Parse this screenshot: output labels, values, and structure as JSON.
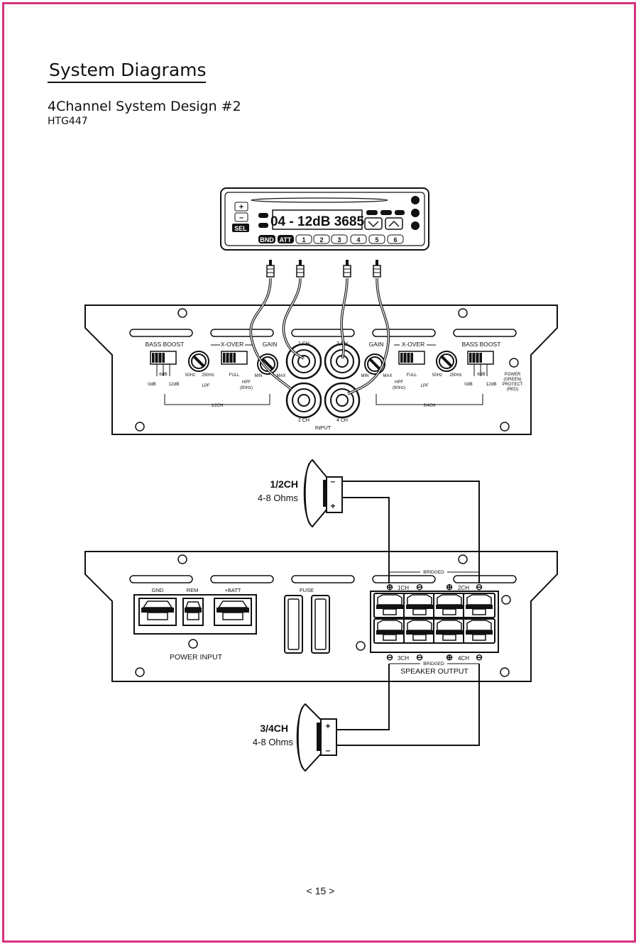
{
  "header": {
    "section_title": "System Diagrams",
    "design_title": "4Channel System Design #2",
    "model": "HTG447"
  },
  "head_unit": {
    "buttons_left": [
      "+",
      "–",
      "SEL"
    ],
    "display": "04 - 12dB 3685",
    "preset_buttons": [
      "BND",
      "ATT",
      "1",
      "2",
      "3",
      "4",
      "5",
      "6"
    ]
  },
  "amp_front": {
    "left": {
      "bass_boost": "BASS BOOST",
      "bass_boost_values": [
        "0dB",
        "6dB",
        "12dB"
      ],
      "xover": "X-OVER",
      "xover_freqs": [
        "50Hz",
        "250Hz"
      ],
      "full": "FULL",
      "lpf": "LPF",
      "hpf": "HPF",
      "hpf_freq": "(80Hz)",
      "gain": "GAIN",
      "gain_min": "MIN",
      "gain_max": "MAX",
      "channel_group": "1/2CH"
    },
    "right": {
      "gain": "GAIN",
      "gain_min": "MIN",
      "gain_max": "MAX",
      "xover": "X-OVER",
      "full": "FULL",
      "hpf": "HPF",
      "hpf_freq": "(80Hz)",
      "lpf": "LPF",
      "xover_freqs": [
        "50Hz",
        "250Hz"
      ],
      "bass_boost": "BASS BOOST",
      "bass_boost_values": [
        "0dB",
        "6dB",
        "12dB"
      ],
      "channel_group": "3/4CH"
    },
    "inputs": [
      "1 CH",
      "2 CH",
      "3 CH",
      "4 CH"
    ],
    "input_label": "INPUT",
    "power_led": [
      "POWER",
      "(GREEN)",
      "PROTECT",
      "(RED)"
    ]
  },
  "speakers": [
    {
      "channel": "1/2CH",
      "impedance": "4-8 Ohms",
      "top_terminal": "–",
      "bottom_terminal": "+"
    },
    {
      "channel": "3/4CH",
      "impedance": "4-8 Ohms",
      "top_terminal": "+",
      "bottom_terminal": "–"
    }
  ],
  "amp_rear": {
    "power_terminals": [
      "GND",
      "REM",
      "+BATT"
    ],
    "power_input": "POWER INPUT",
    "fuse": "FUSE",
    "bridged": "BRIDGED",
    "top_channels": [
      "1CH",
      "2CH"
    ],
    "bottom_channels": [
      "3CH",
      "4CH"
    ],
    "speaker_output": "SPEAKER OUTPUT",
    "plus": "⊕",
    "minus": "⊖"
  },
  "footer": {
    "page_number": "< 15 >"
  }
}
